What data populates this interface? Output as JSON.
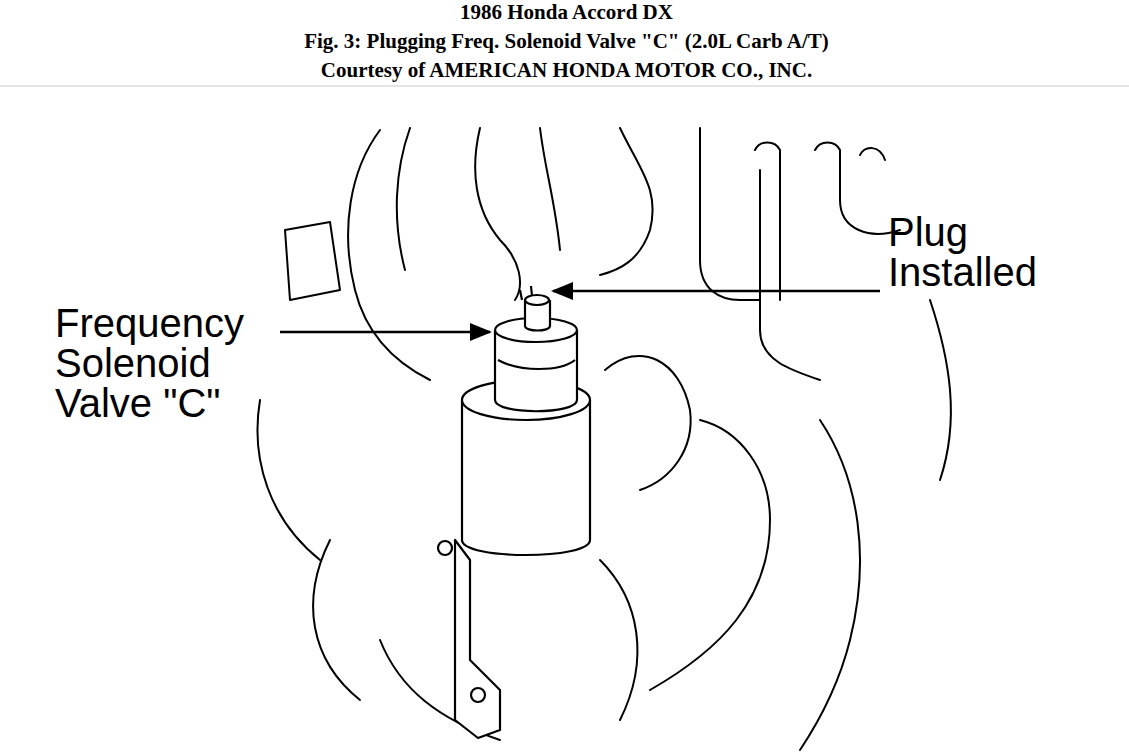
{
  "diagram": {
    "title": "1986 Honda Accord DX",
    "caption": "Fig. 3: Plugging Freq. Solenoid Valve \"C\" (2.0L Carb A/T)",
    "labels": [
      "Courtesy of AMERICAN HONDA MOTOR CO., INC.",
      "Frequency Solenoid Valve \"C\"",
      "Plug Installed"
    ]
  }
}
